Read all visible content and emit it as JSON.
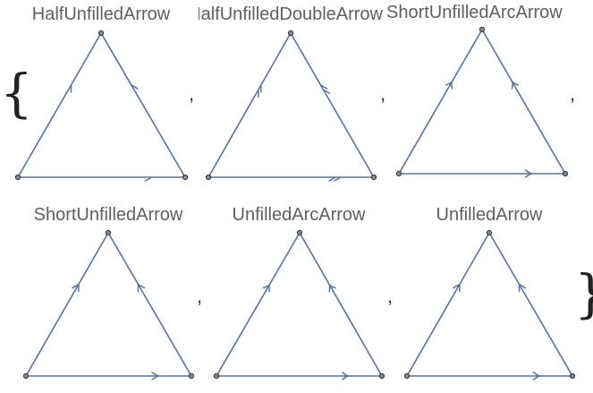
{
  "list": {
    "open_brace": "{",
    "close_brace": "}",
    "separator": ","
  },
  "colors": {
    "edge": "#5b7398",
    "vertex": "#333333",
    "title": "#5f5f5f"
  },
  "graphs": [
    {
      "title": "HalfUnfilledArrow",
      "arrow_style": "half-unfilled-arrow"
    },
    {
      "title": "HalfUnfilledDoubleArrow",
      "arrow_style": "half-unfilled-double-arrow"
    },
    {
      "title": "ShortUnfilledArcArrow",
      "arrow_style": "short-unfilled-arc-arrow"
    },
    {
      "title": "ShortUnfilledArrow",
      "arrow_style": "short-unfilled-arrow"
    },
    {
      "title": "UnfilledArcArrow",
      "arrow_style": "unfilled-arc-arrow"
    },
    {
      "title": "UnfilledArrow",
      "arrow_style": "unfilled-arrow"
    }
  ]
}
